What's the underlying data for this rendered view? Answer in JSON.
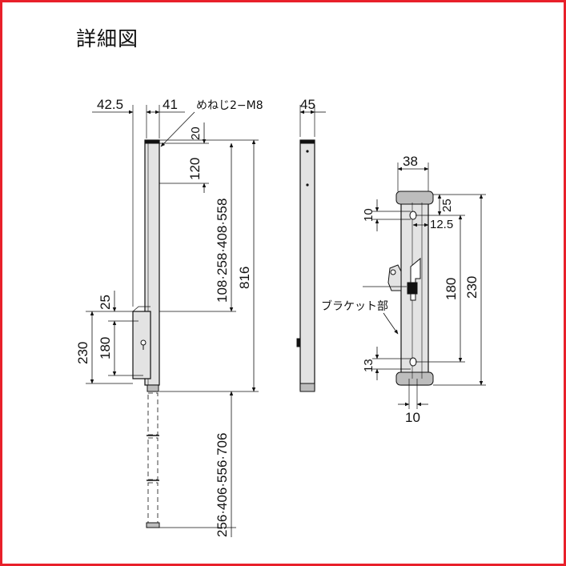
{
  "title": "詳細図",
  "colors": {
    "frame": "#e8202a",
    "line": "#111111",
    "fill": "#e3e3e3"
  },
  "front_view": {
    "width_bracket": "42.5",
    "width_post": "41",
    "screw_label": "めねじ2−M8",
    "top_offset": "20",
    "screw_spacing": "120",
    "hole_positions": "108·258·408·558",
    "post_height": "816",
    "bracket_top": "25",
    "bracket_hole_span": "180",
    "bracket_height": "230",
    "extension": "256·406·556·706"
  },
  "side_view": {
    "depth": "45"
  },
  "bracket_view": {
    "width": "38",
    "top_margin": "25",
    "hole_offset": "10",
    "hole_inset": "12.5",
    "hole_span": "180",
    "height": "230",
    "bottom_margin": "13",
    "bottom_width": "10",
    "label": "ブラケット部"
  }
}
